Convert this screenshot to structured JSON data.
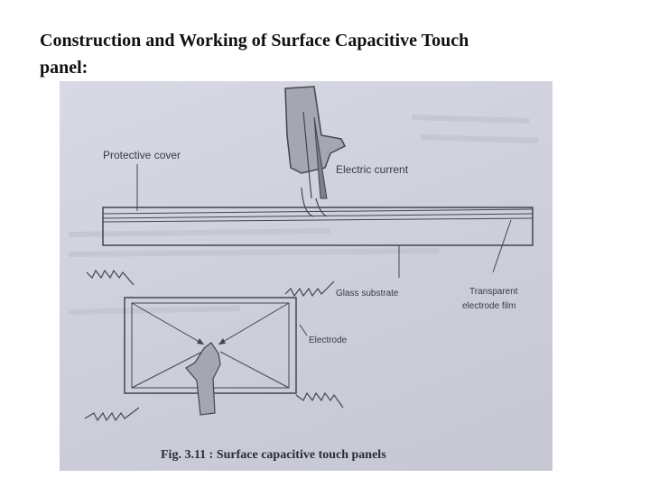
{
  "page": {
    "heading_line1": "Construction and Working of Surface Capacitive Touch",
    "heading_line2": "panel:"
  },
  "figure": {
    "labels": {
      "protective_cover": "Protective cover",
      "electric_current": "Electric current",
      "glass_substrate": "Glass substrate",
      "transparent_film_line1": "Transparent",
      "transparent_film_line2": "electrode film",
      "electrode": "Electrode"
    },
    "caption": "Fig. 3.11 : Surface capacitive touch panels"
  }
}
